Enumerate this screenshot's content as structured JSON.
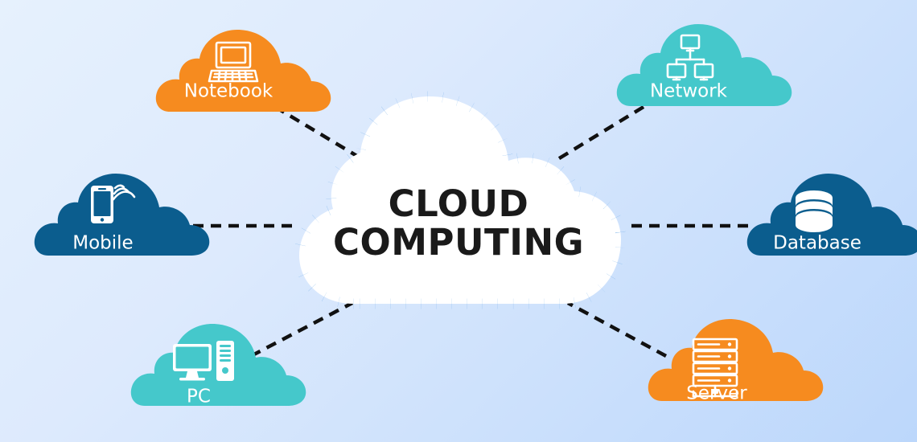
{
  "diagram": {
    "title": "Cloud Computing Concept Diagram",
    "center": {
      "name": "center-cloud",
      "line1": "CLOUD",
      "line2": "COMPUTING",
      "fill_color": "#ffffff",
      "border_color": "#1f7fd6",
      "border_style": "square-dotted",
      "text_color": "#1a1a1a"
    },
    "background": {
      "color_top_left": "#e6f1fd",
      "color_bottom_right": "#bcd7fb",
      "gradient": "linear 135deg"
    },
    "connector": {
      "color": "#111111",
      "style": "dashed",
      "count": 6
    },
    "nodes": [
      {
        "id": "notebook",
        "label": "Notebook",
        "icon": "laptop-icon",
        "color": "#f68b1f",
        "label_color": "#ffffff",
        "position": "top-left"
      },
      {
        "id": "network",
        "label": "Network",
        "icon": "network-topology-icon",
        "color": "#45c8cb",
        "label_color": "#ffffff",
        "position": "top-right"
      },
      {
        "id": "mobile",
        "label": "Mobile",
        "icon": "smartphone-wifi-icon",
        "color": "#0b5d8e",
        "label_color": "#ffffff",
        "position": "middle-left"
      },
      {
        "id": "database",
        "label": "Database",
        "icon": "database-cylinder-icon",
        "color": "#0b5d8e",
        "label_color": "#ffffff",
        "position": "middle-right"
      },
      {
        "id": "pc",
        "label": "PC",
        "icon": "desktop-computer-icon",
        "color": "#45c8cb",
        "label_color": "#ffffff",
        "position": "bottom-left"
      },
      {
        "id": "server",
        "label": "Server",
        "icon": "server-rack-icon",
        "color": "#f68b1f",
        "label_color": "#ffffff",
        "position": "bottom-right"
      }
    ]
  }
}
